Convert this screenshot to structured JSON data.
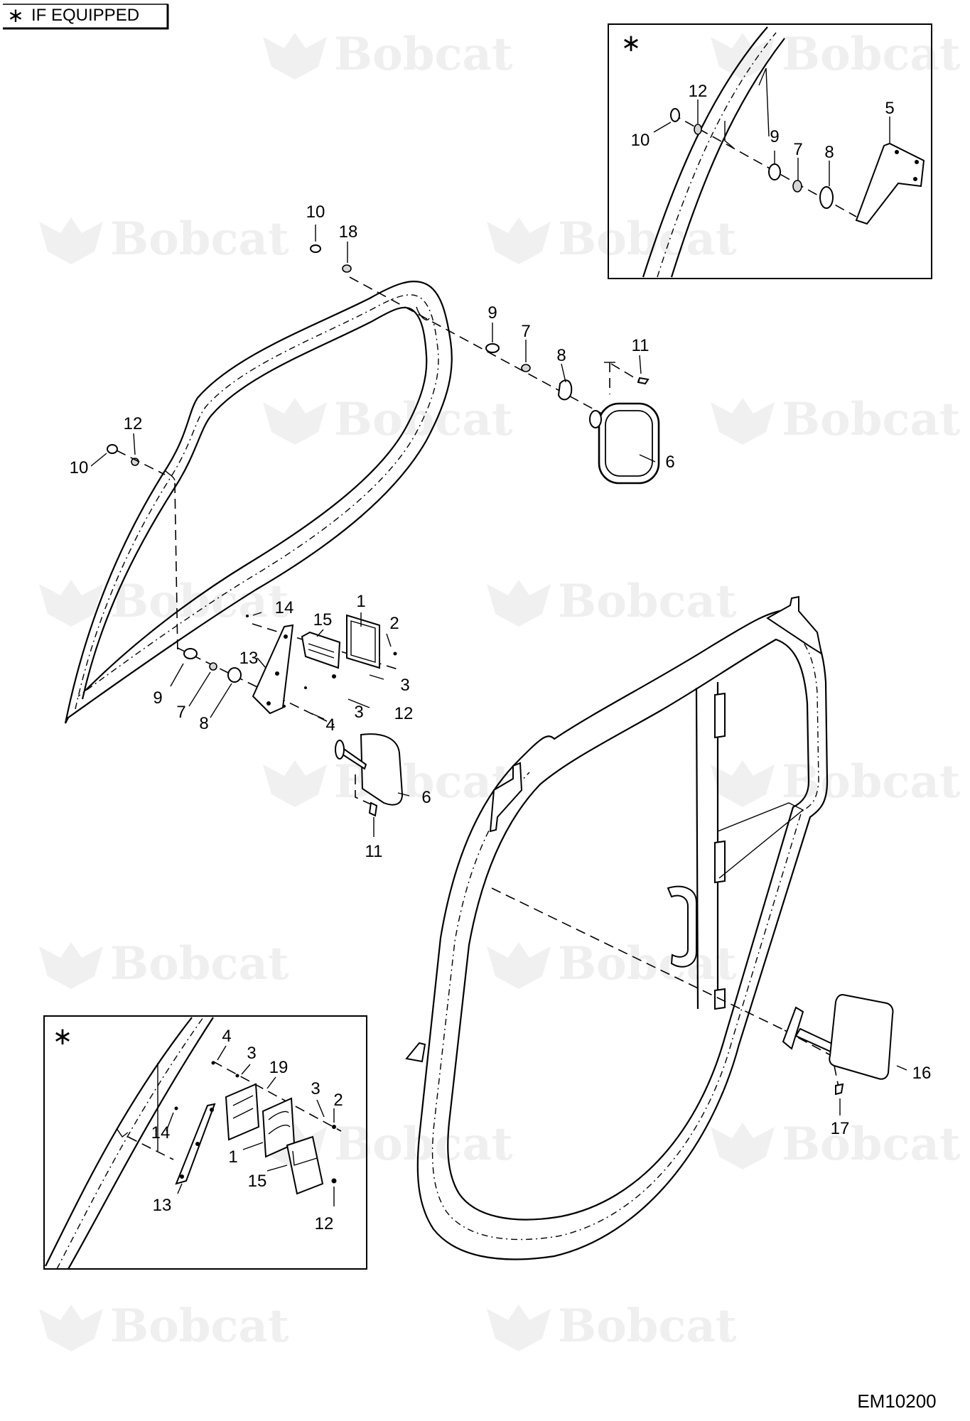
{
  "legend": {
    "marker": "∗",
    "text": "IF EQUIPPED"
  },
  "inset_marker": "∗",
  "drawing_number": "EM10200",
  "watermark": {
    "text": "Bobcat",
    "registered": "®"
  },
  "callouts": {
    "main_top": [
      "10",
      "18",
      "9",
      "7",
      "8",
      "11",
      "6",
      "12",
      "10"
    ],
    "main_mid": [
      "14",
      "1",
      "15",
      "2",
      "13",
      "3",
      "12",
      "9",
      "7",
      "8",
      "3",
      "4",
      "6",
      "11"
    ],
    "inset_top": [
      "12",
      "10",
      "5",
      "9",
      "7",
      "8"
    ],
    "inset_bottom": [
      "4",
      "3",
      "19",
      "3",
      "2",
      "14",
      "1",
      "15",
      "13",
      "12"
    ],
    "door": [
      "16",
      "17"
    ]
  }
}
